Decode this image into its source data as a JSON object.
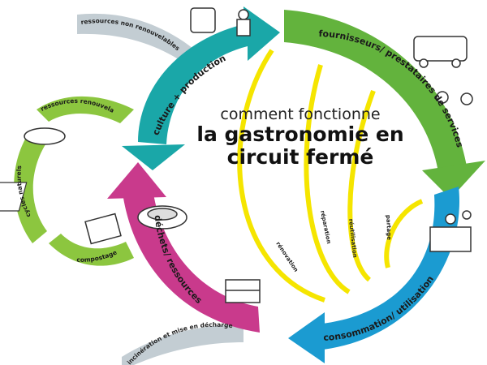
{
  "title": {
    "line1": "comment fonctionne",
    "line2a": "la gastronomie en",
    "line2b": "circuit fermé"
  },
  "segments": {
    "culture": "culture + production",
    "fournisseurs": "fournisseurs/ prestataires de services",
    "consommation": "consommation/ utilisation",
    "dechets": "déchets/ ressources"
  },
  "outer_labels": {
    "non_renouvelables": "ressources non renouvelables",
    "decharge": "incinération et mise en décharge"
  },
  "small_cycle": {
    "renouvelables": "ressources renouvelables",
    "cycles": "cycles naturels",
    "compostage": "compostage"
  },
  "yellow_labels": [
    "rénovation",
    "réparation",
    "réutilisation",
    "partage"
  ],
  "colors": {
    "teal": "#1aa7a8",
    "green": "#63b33d",
    "blue": "#1b9bd1",
    "magenta": "#c93a8c",
    "lightgreen": "#8cc63f",
    "gray": "#c3cdd3",
    "yellow": "#f5e500"
  }
}
